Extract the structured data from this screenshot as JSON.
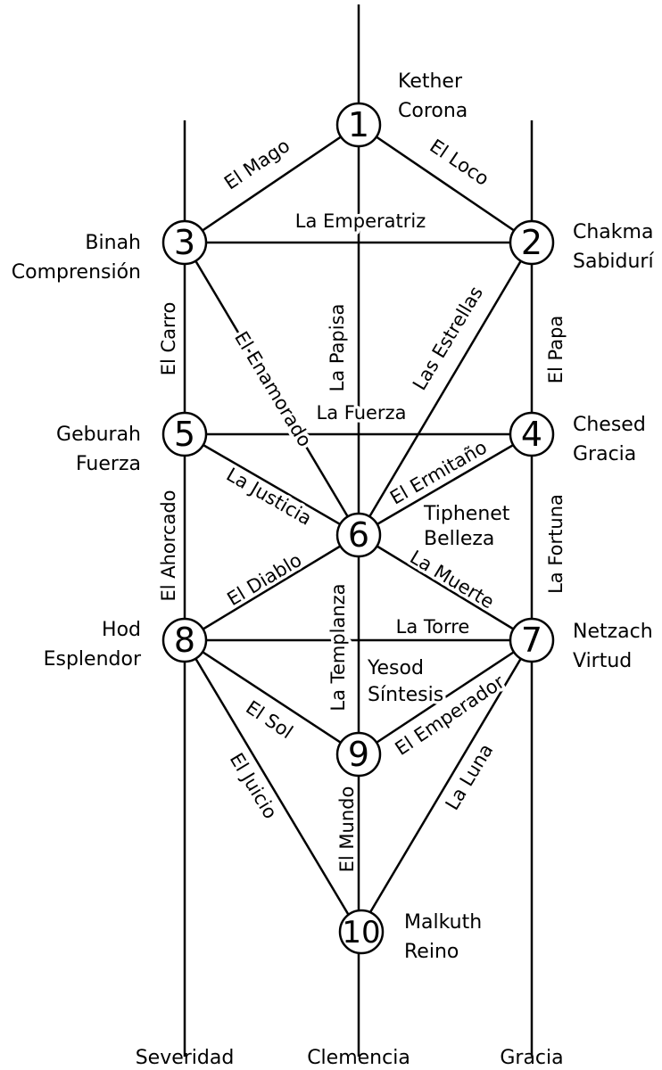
{
  "pillars": {
    "left": "Severidad",
    "middle": "Clemencia",
    "right": "Gracia"
  },
  "sephirot": [
    {
      "number": "1",
      "name": "Kether",
      "meaning": "Corona"
    },
    {
      "number": "2",
      "name": "Chakma",
      "meaning": "Sabidurí"
    },
    {
      "number": "3",
      "name": "Binah",
      "meaning": "Comprensión"
    },
    {
      "number": "4",
      "name": "Chesed",
      "meaning": "Gracia"
    },
    {
      "number": "5",
      "name": "Geburah",
      "meaning": "Fuerza"
    },
    {
      "number": "6",
      "name": "Tiphenet",
      "meaning": "Belleza"
    },
    {
      "number": "7",
      "name": "Netzach",
      "meaning": "Virtud"
    },
    {
      "number": "8",
      "name": "Hod",
      "meaning": "Esplendor"
    },
    {
      "number": "9",
      "name": "Yesod",
      "meaning": "Síntesis"
    },
    {
      "number": "10",
      "name": "Malkuth",
      "meaning": "Reino"
    }
  ],
  "paths": {
    "el_mago": "El Mago",
    "el_loco": "El Loco",
    "la_emperatriz": "La Emperatriz",
    "el_carro": "El Carro",
    "la_papisa": "La Papisa",
    "el_papa": "El Papa",
    "el_enamorado": "El Enamorado",
    "las_estrellas": "Las Estrellas",
    "la_fuerza": "La Fuerza",
    "la_justicia": "La Justicia",
    "el_ermitano": "El Ermitaño",
    "el_ahorcado": "El Ahorcado",
    "la_fortuna": "La Fortuna",
    "el_diablo": "El Diablo",
    "la_muerte": "La Muerte",
    "la_torre": "La Torre",
    "la_templanza": "La Templanza",
    "el_sol": "El Sol",
    "el_emperador": "El Emperador",
    "el_juicio": "El Juicio",
    "la_luna": "La Luna",
    "el_mundo": "El Mundo"
  }
}
